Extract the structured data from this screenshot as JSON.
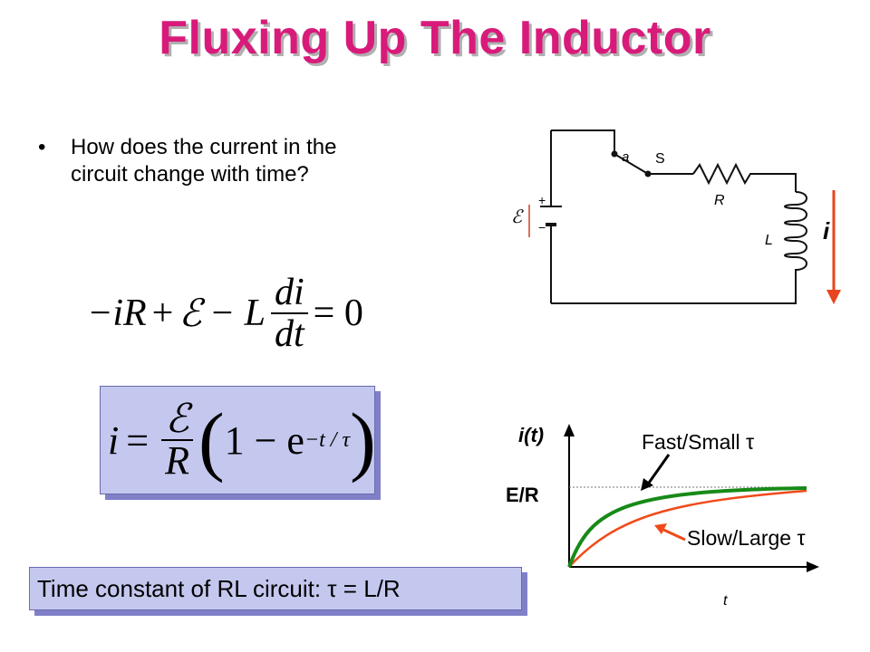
{
  "slide": {
    "title": "Fluxing Up The Inductor",
    "title_color": "#d81b7a",
    "bullet_symbol": "•",
    "bullet": "How does the current in the circuit change with time?",
    "equation1": {
      "minus_i": "−i",
      "R": "R",
      "plus": "+",
      "emf": "ℰ",
      "minus_L": "− L",
      "num": "di",
      "den": "dt",
      "equals_zero": "= 0"
    },
    "equation2": {
      "i": "i",
      "equals": "=",
      "num": "ℰ",
      "den": "R",
      "open_paren": "(",
      "one_minus_e": "1 − e",
      "exponent": "−t / τ",
      "close_paren": ")"
    },
    "time_constant": "Time constant of RL circuit: τ = L/R"
  },
  "circuit": {
    "label_a": "a",
    "label_S": "S",
    "label_R": "R",
    "label_L": "L",
    "label_emf": "ℰ",
    "label_plus": "+",
    "label_minus": "−",
    "current_label": "i",
    "current_arrow_color": "#e8451e"
  },
  "graph": {
    "ylabel": "i(t)",
    "xlabel": "t",
    "asymptote_label": "E/R",
    "fast_label": "Fast/Small τ",
    "slow_label": "Slow/Large τ",
    "fast_color": "#178a17",
    "slow_color": "#f04a1a"
  }
}
